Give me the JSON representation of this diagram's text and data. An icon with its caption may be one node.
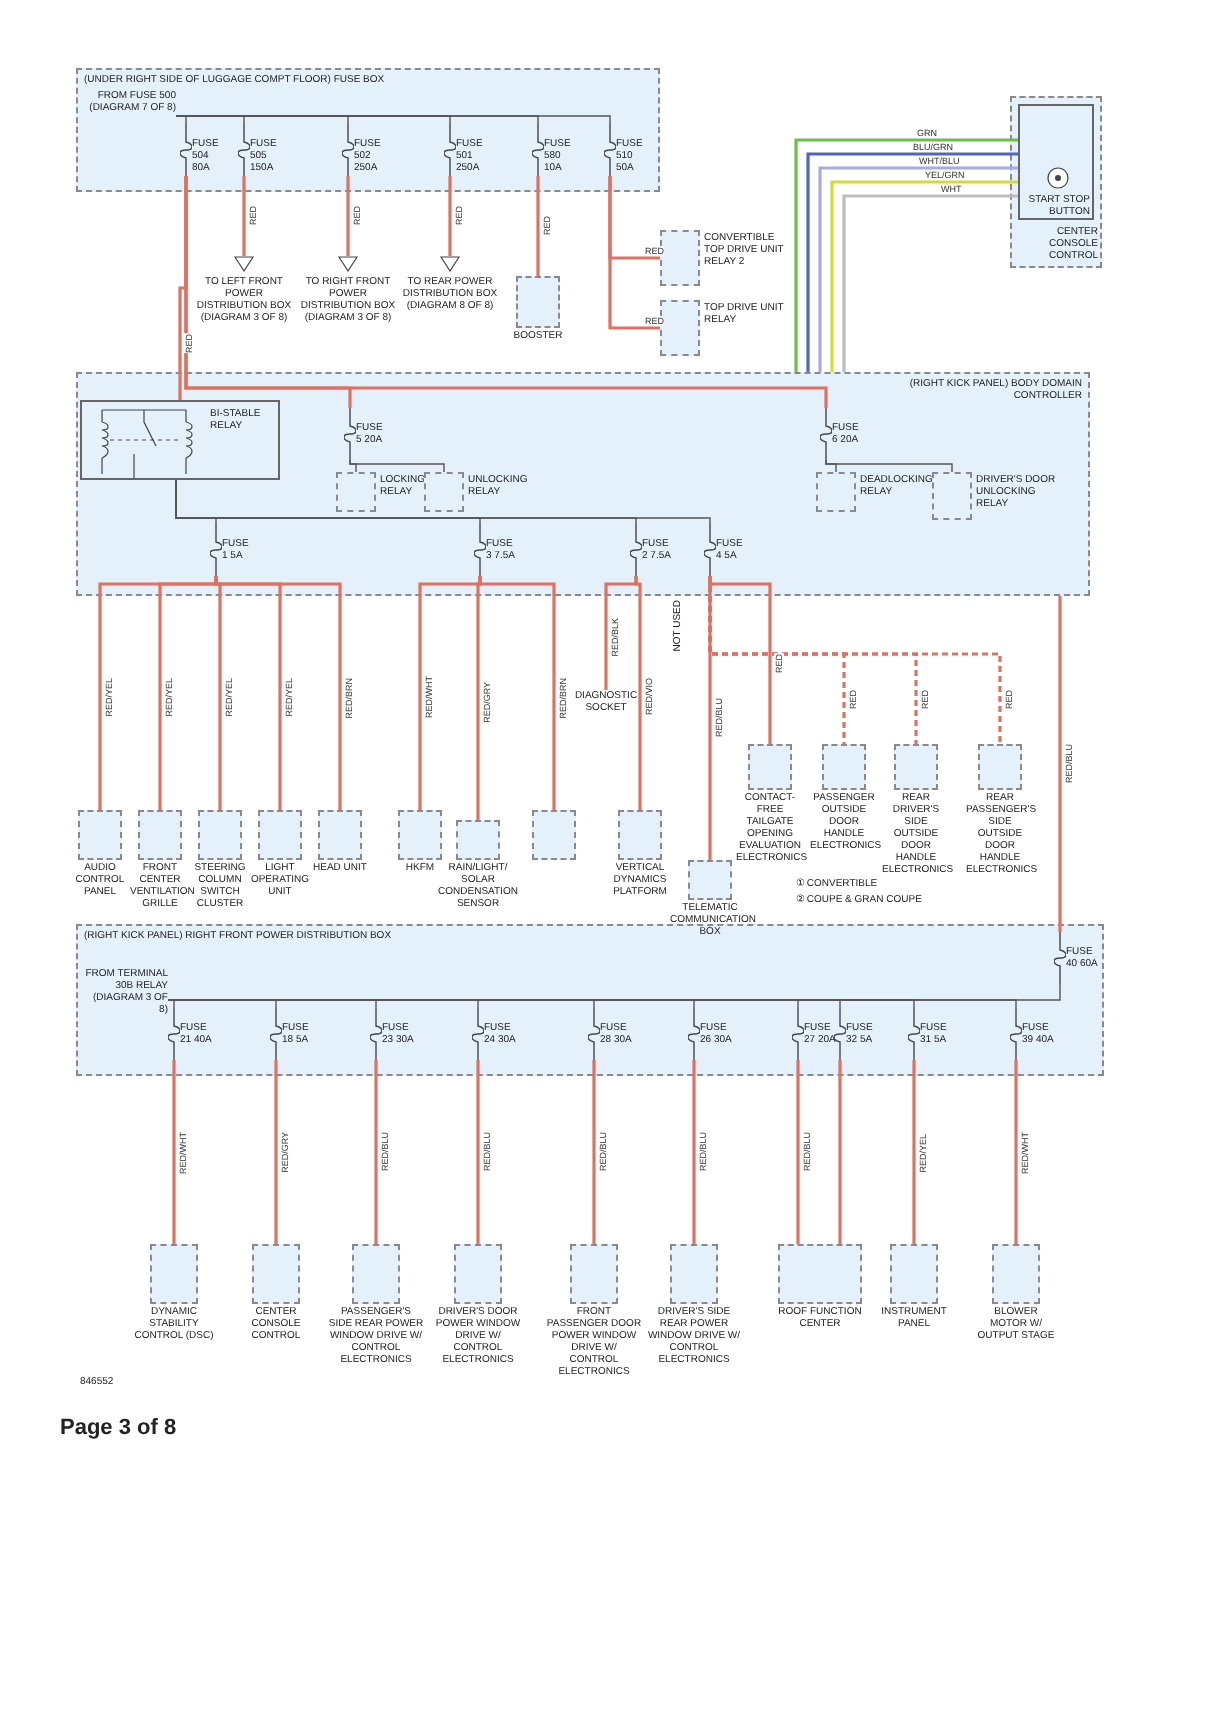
{
  "diagram": {
    "nodes": [
      {
        "text": [
          "(UNDER RIGHT SIDE OF LUGGAGE COMPT FLOOR) FUSE BOX"
        ]
      },
      {
        "text": [
          "FROM FUSE 500 (DIAGRAM 7 OF 8)"
        ],
        "in": 0
      },
      {
        "text": [
          "FUSE 504 80A"
        ],
        "in": 0
      },
      {
        "text": [
          "FUSE 505 150A"
        ],
        "in": 0
      },
      {
        "text": [
          "FUSE 502 250A"
        ],
        "in": 0
      },
      {
        "text": [
          "FUSE 501 250A"
        ],
        "in": 0
      },
      {
        "text": [
          "FUSE 580 10A"
        ],
        "in": 0
      },
      {
        "text": [
          "FUSE 510 50A"
        ],
        "in": 0
      },
      {
        "text": [
          "TO LEFT FRONT POWER DISTRIBUTION BOX (DIAGRAM 3 OF 8)"
        ]
      },
      {
        "text": [
          "TO RIGHT FRONT POWER DISTRIBUTION BOX (DIAGRAM 3 OF 8)"
        ]
      },
      {
        "text": [
          "TO REAR POWER DISTRIBUTION BOX (DIAGRAM 8 OF 8)"
        ]
      },
      {
        "text": [
          "BOOSTER"
        ]
      },
      {
        "text": [
          "CONVERTIBLE TOP DRIVE UNIT RELAY 2"
        ]
      },
      {
        "text": [
          "TOP DRIVE UNIT RELAY"
        ]
      },
      {
        "text": [
          "CENTER CONSOLE CONTROL"
        ]
      },
      {
        "text": [
          "START STOP BUTTON"
        ],
        "in": 14
      },
      {
        "text": [
          "(RIGHT KICK PANEL) BODY DOMAIN CONTROLLER"
        ]
      },
      {
        "text": [
          "BI-STABLE RELAY"
        ],
        "in": 16
      },
      {
        "text": [
          "FUSE 5 20A"
        ],
        "in": 16
      },
      {
        "text": [
          "LOCKING RELAY"
        ],
        "in": 16
      },
      {
        "text": [
          "UNLOCKING RELAY"
        ],
        "in": 16
      },
      {
        "text": [
          "FUSE 6 20A"
        ],
        "in": 16
      },
      {
        "text": [
          "DEADLOCKING RELAY"
        ],
        "in": 16
      },
      {
        "text": [
          "DRIVER'S DOOR UNLOCKING RELAY"
        ],
        "in": 16
      },
      {
        "text": [
          "FUSE 1 5A"
        ],
        "in": 16
      },
      {
        "text": [
          "FUSE 3 7.5A"
        ],
        "in": 16
      },
      {
        "text": [
          "FUSE 2 7.5A"
        ],
        "in": 16
      },
      {
        "text": [
          "FUSE 4 5A"
        ],
        "in": 16
      },
      {
        "text": [
          "AUDIO CONTROL PANEL"
        ]
      },
      {
        "text": [
          "FRONT CENTER VENTILATION GRILLE"
        ]
      },
      {
        "text": [
          "STEERING COLUMN SWITCH CLUSTER"
        ]
      },
      {
        "text": [
          "LIGHT OPERATING UNIT"
        ]
      },
      {
        "text": [
          "HEAD UNIT"
        ]
      },
      {
        "text": [
          "HKFM"
        ]
      },
      {
        "text": [
          "RAIN/LIGHT/ SOLAR CONDENSATION SENSOR"
        ]
      },
      {
        "text": [],
        "shape": "box"
      },
      {
        "text": [
          "DIAGNOSTIC SOCKET"
        ]
      },
      {
        "text": [
          "VERTICAL DYNAMICS PLATFORM"
        ]
      },
      {
        "text": [
          "TELEMATIC COMMUNICATION BOX"
        ]
      },
      {
        "text": [
          "CONTACT-FREE TAILGATE OPENING EVALUATION ELECTRONICS"
        ]
      },
      {
        "text": [
          "PASSENGER OUTSIDE DOOR HANDLE ELECTRONICS"
        ]
      },
      {
        "text": [
          "REAR DRIVER'S SIDE OUTSIDE DOOR HANDLE ELECTRONICS"
        ]
      },
      {
        "text": [
          "REAR PASSENGER'S SIDE OUTSIDE DOOR HANDLE ELECTRONICS"
        ]
      },
      {
        "text": [
          "(RIGHT KICK PANEL) RIGHT FRONT POWER DISTRIBUTION BOX"
        ]
      },
      {
        "text": [
          "FROM TERMINAL 30B RELAY (DIAGRAM 3 OF 8)"
        ],
        "in": 43
      },
      {
        "text": [
          "FUSE 21 40A"
        ],
        "in": 43
      },
      {
        "text": [
          "FUSE 18 5A"
        ],
        "in": 43
      },
      {
        "text": [
          "FUSE 23 30A"
        ],
        "in": 43
      },
      {
        "text": [
          "FUSE 24 30A"
        ],
        "in": 43
      },
      {
        "text": [
          "FUSE 28 30A"
        ],
        "in": 43
      },
      {
        "text": [
          "FUSE 26 30A"
        ],
        "in": 43
      },
      {
        "text": [
          "FUSE 27 20A"
        ],
        "in": 43
      },
      {
        "text": [
          "FUSE 32 5A"
        ],
        "in": 43
      },
      {
        "text": [
          "FUSE 31 5A"
        ],
        "in": 43
      },
      {
        "text": [
          "FUSE 39 40A"
        ],
        "in": 43
      },
      {
        "text": [
          "FUSE 40 60A"
        ],
        "in": 43
      },
      {
        "text": [
          "DYNAMIC STABILITY CONTROL (DSC)"
        ]
      },
      {
        "text": [
          "CENTER CONSOLE CONTROL"
        ]
      },
      {
        "text": [
          "PASSENGER'S SIDE REAR POWER WINDOW DRIVE W/ CONTROL ELECTRONICS"
        ]
      },
      {
        "text": [
          "DRIVER'S DOOR POWER WINDOW DRIVE W/ CONTROL ELECTRONICS"
        ]
      },
      {
        "text": [
          "FRONT PASSENGER DOOR POWER WINDOW DRIVE W/ CONTROL ELECTRONICS"
        ]
      },
      {
        "text": [
          "DRIVER'S SIDE REAR POWER WINDOW DRIVE W/ CONTROL ELECTRONICS"
        ]
      },
      {
        "text": [
          "ROOF FUNCTION CENTER"
        ]
      },
      {
        "text": [
          "INSTRUMENT PANEL"
        ]
      },
      {
        "text": [
          "BLOWER MOTOR W/ OUTPUT STAGE"
        ]
      }
    ],
    "edges": [
      {
        "from": 1,
        "to": 2,
        "arrow": "none",
        "color": "#555555"
      },
      {
        "from": 1,
        "to": 3,
        "arrow": "none",
        "color": "#555555"
      },
      {
        "from": 1,
        "to": 4,
        "arrow": "none",
        "color": "#555555"
      },
      {
        "from": 1,
        "to": 5,
        "arrow": "none",
        "color": "#555555"
      },
      {
        "from": 1,
        "to": 6,
        "arrow": "none",
        "color": "#555555"
      },
      {
        "from": 1,
        "to": 7,
        "arrow": "none",
        "color": "#555555"
      },
      {
        "from": 3,
        "to": 8,
        "arrow": "none",
        "label": "RED"
      },
      {
        "from": 4,
        "to": 9,
        "arrow": "none",
        "label": "RED"
      },
      {
        "from": 5,
        "to": 10,
        "arrow": "none",
        "label": "RED"
      },
      {
        "from": 6,
        "to": 11,
        "arrow": "none",
        "label": "RED"
      },
      {
        "from": 7,
        "to": 12,
        "arrow": "none",
        "label": "RED"
      },
      {
        "from": 7,
        "to": 13,
        "arrow": "none",
        "label": "RED"
      },
      {
        "from": 2,
        "to": 17,
        "arrow": "none",
        "label": "RED"
      },
      {
        "from": 2,
        "to": 18,
        "arrow": "none"
      },
      {
        "from": 2,
        "to": 21,
        "arrow": "none"
      },
      {
        "from": 16,
        "to": 15,
        "arrow": "none",
        "label": "GRN",
        "color": "#6cbf4a"
      },
      {
        "from": 16,
        "to": 15,
        "arrow": "none",
        "label": "BLU/GRN",
        "color": "#4f63c9"
      },
      {
        "from": 16,
        "to": 15,
        "arrow": "none",
        "label": "WHT/BLU",
        "color": "#a9a9e6"
      },
      {
        "from": 16,
        "to": 15,
        "arrow": "none",
        "label": "YEL/GRN",
        "color": "#d2dc32"
      },
      {
        "from": 16,
        "to": 15,
        "arrow": "none",
        "label": "WHT",
        "color": "#bdbdbd"
      },
      {
        "from": 18,
        "to": 19,
        "arrow": "none",
        "color": "#555555"
      },
      {
        "from": 18,
        "to": 20,
        "arrow": "none",
        "color": "#555555"
      },
      {
        "from": 21,
        "to": 22,
        "arrow": "none",
        "color": "#555555"
      },
      {
        "from": 21,
        "to": 23,
        "arrow": "none",
        "color": "#555555"
      },
      {
        "from": 17,
        "to": 24,
        "arrow": "none",
        "color": "#555555"
      },
      {
        "from": 17,
        "to": 25,
        "arrow": "none",
        "color": "#555555"
      },
      {
        "from": 17,
        "to": 26,
        "arrow": "none",
        "color": "#555555"
      },
      {
        "from": 17,
        "to": 27,
        "arrow": "none",
        "color": "#555555"
      },
      {
        "from": 24,
        "to": 28,
        "arrow": "none",
        "label": "RED/YEL"
      },
      {
        "from": 24,
        "to": 29,
        "arrow": "none",
        "label": "RED/YEL"
      },
      {
        "from": 24,
        "to": 30,
        "arrow": "none",
        "label": "RED/YEL"
      },
      {
        "from": 24,
        "to": 31,
        "arrow": "none",
        "label": "RED/YEL"
      },
      {
        "from": 24,
        "to": 32,
        "arrow": "none",
        "label": "RED/BRN"
      },
      {
        "from": 25,
        "to": 33,
        "arrow": "none",
        "label": "RED/WHT"
      },
      {
        "from": 25,
        "to": 34,
        "arrow": "none",
        "label": "RED/GRY"
      },
      {
        "from": 25,
        "to": 35,
        "arrow": "none",
        "label": "RED/BRN"
      },
      {
        "from": 26,
        "to": 36,
        "arrow": "none",
        "label": "RED/BLK"
      },
      {
        "from": 26,
        "to": 37,
        "arrow": "none",
        "label": "RED/VIO"
      },
      {
        "from": 27,
        "to": 38,
        "arrow": "none",
        "label": "RED/BLU"
      },
      {
        "from": 27,
        "to": 39,
        "arrow": "none",
        "label": "RED"
      },
      {
        "from": 27,
        "to": 40,
        "arrow": "none",
        "label": "RED",
        "style": "dashed"
      },
      {
        "from": 27,
        "to": 41,
        "arrow": "none",
        "label": "RED",
        "style": "dashed"
      },
      {
        "from": 27,
        "to": 42,
        "arrow": "none",
        "label": "RED",
        "style": "dashed"
      },
      {
        "from": 55,
        "to": 16,
        "arrow": "none",
        "label": "RED/BLU"
      },
      {
        "from": 44,
        "to": 45,
        "arrow": "none",
        "color": "#555555"
      },
      {
        "from": 44,
        "to": 46,
        "arrow": "none",
        "color": "#555555"
      },
      {
        "from": 44,
        "to": 47,
        "arrow": "none",
        "color": "#555555"
      },
      {
        "from": 44,
        "to": 48,
        "arrow": "none",
        "color": "#555555"
      },
      {
        "from": 44,
        "to": 49,
        "arrow": "none",
        "color": "#555555"
      },
      {
        "from": 44,
        "to": 50,
        "arrow": "none",
        "color": "#555555"
      },
      {
        "from": 44,
        "to": 51,
        "arrow": "none",
        "color": "#555555"
      },
      {
        "from": 44,
        "to": 52,
        "arrow": "none",
        "color": "#555555"
      },
      {
        "from": 44,
        "to": 53,
        "arrow": "none",
        "color": "#555555"
      },
      {
        "from": 44,
        "to": 54,
        "arrow": "none",
        "color": "#555555"
      },
      {
        "from": 44,
        "to": 55,
        "arrow": "none",
        "color": "#555555"
      },
      {
        "from": 45,
        "to": 56,
        "arrow": "none",
        "label": "RED/WHT"
      },
      {
        "from": 46,
        "to": 57,
        "arrow": "none",
        "label": "RED/GRY"
      },
      {
        "from": 47,
        "to": 58,
        "arrow": "none",
        "label": "RED/BLU"
      },
      {
        "from": 48,
        "to": 59,
        "arrow": "none",
        "label": "RED/BLU"
      },
      {
        "from": 49,
        "to": 60,
        "arrow": "none",
        "label": "RED/BLU"
      },
      {
        "from": 50,
        "to": 61,
        "arrow": "none",
        "label": "RED/BLU"
      },
      {
        "from": 51,
        "to": 62,
        "arrow": "none",
        "label": "RED/BLU"
      },
      {
        "from": 52,
        "to": 62,
        "arrow": "none"
      },
      {
        "from": 53,
        "to": 63,
        "arrow": "none",
        "label": "RED/YEL"
      },
      {
        "from": 54,
        "to": 64,
        "arrow": "none",
        "label": "RED/WHT"
      }
    ],
    "labels": [
      "NOT USED",
      "① CONVERTIBLE",
      "② COUPE & GRAN COUPE",
      "846552",
      "Page 3 of 8"
    ]
  }
}
